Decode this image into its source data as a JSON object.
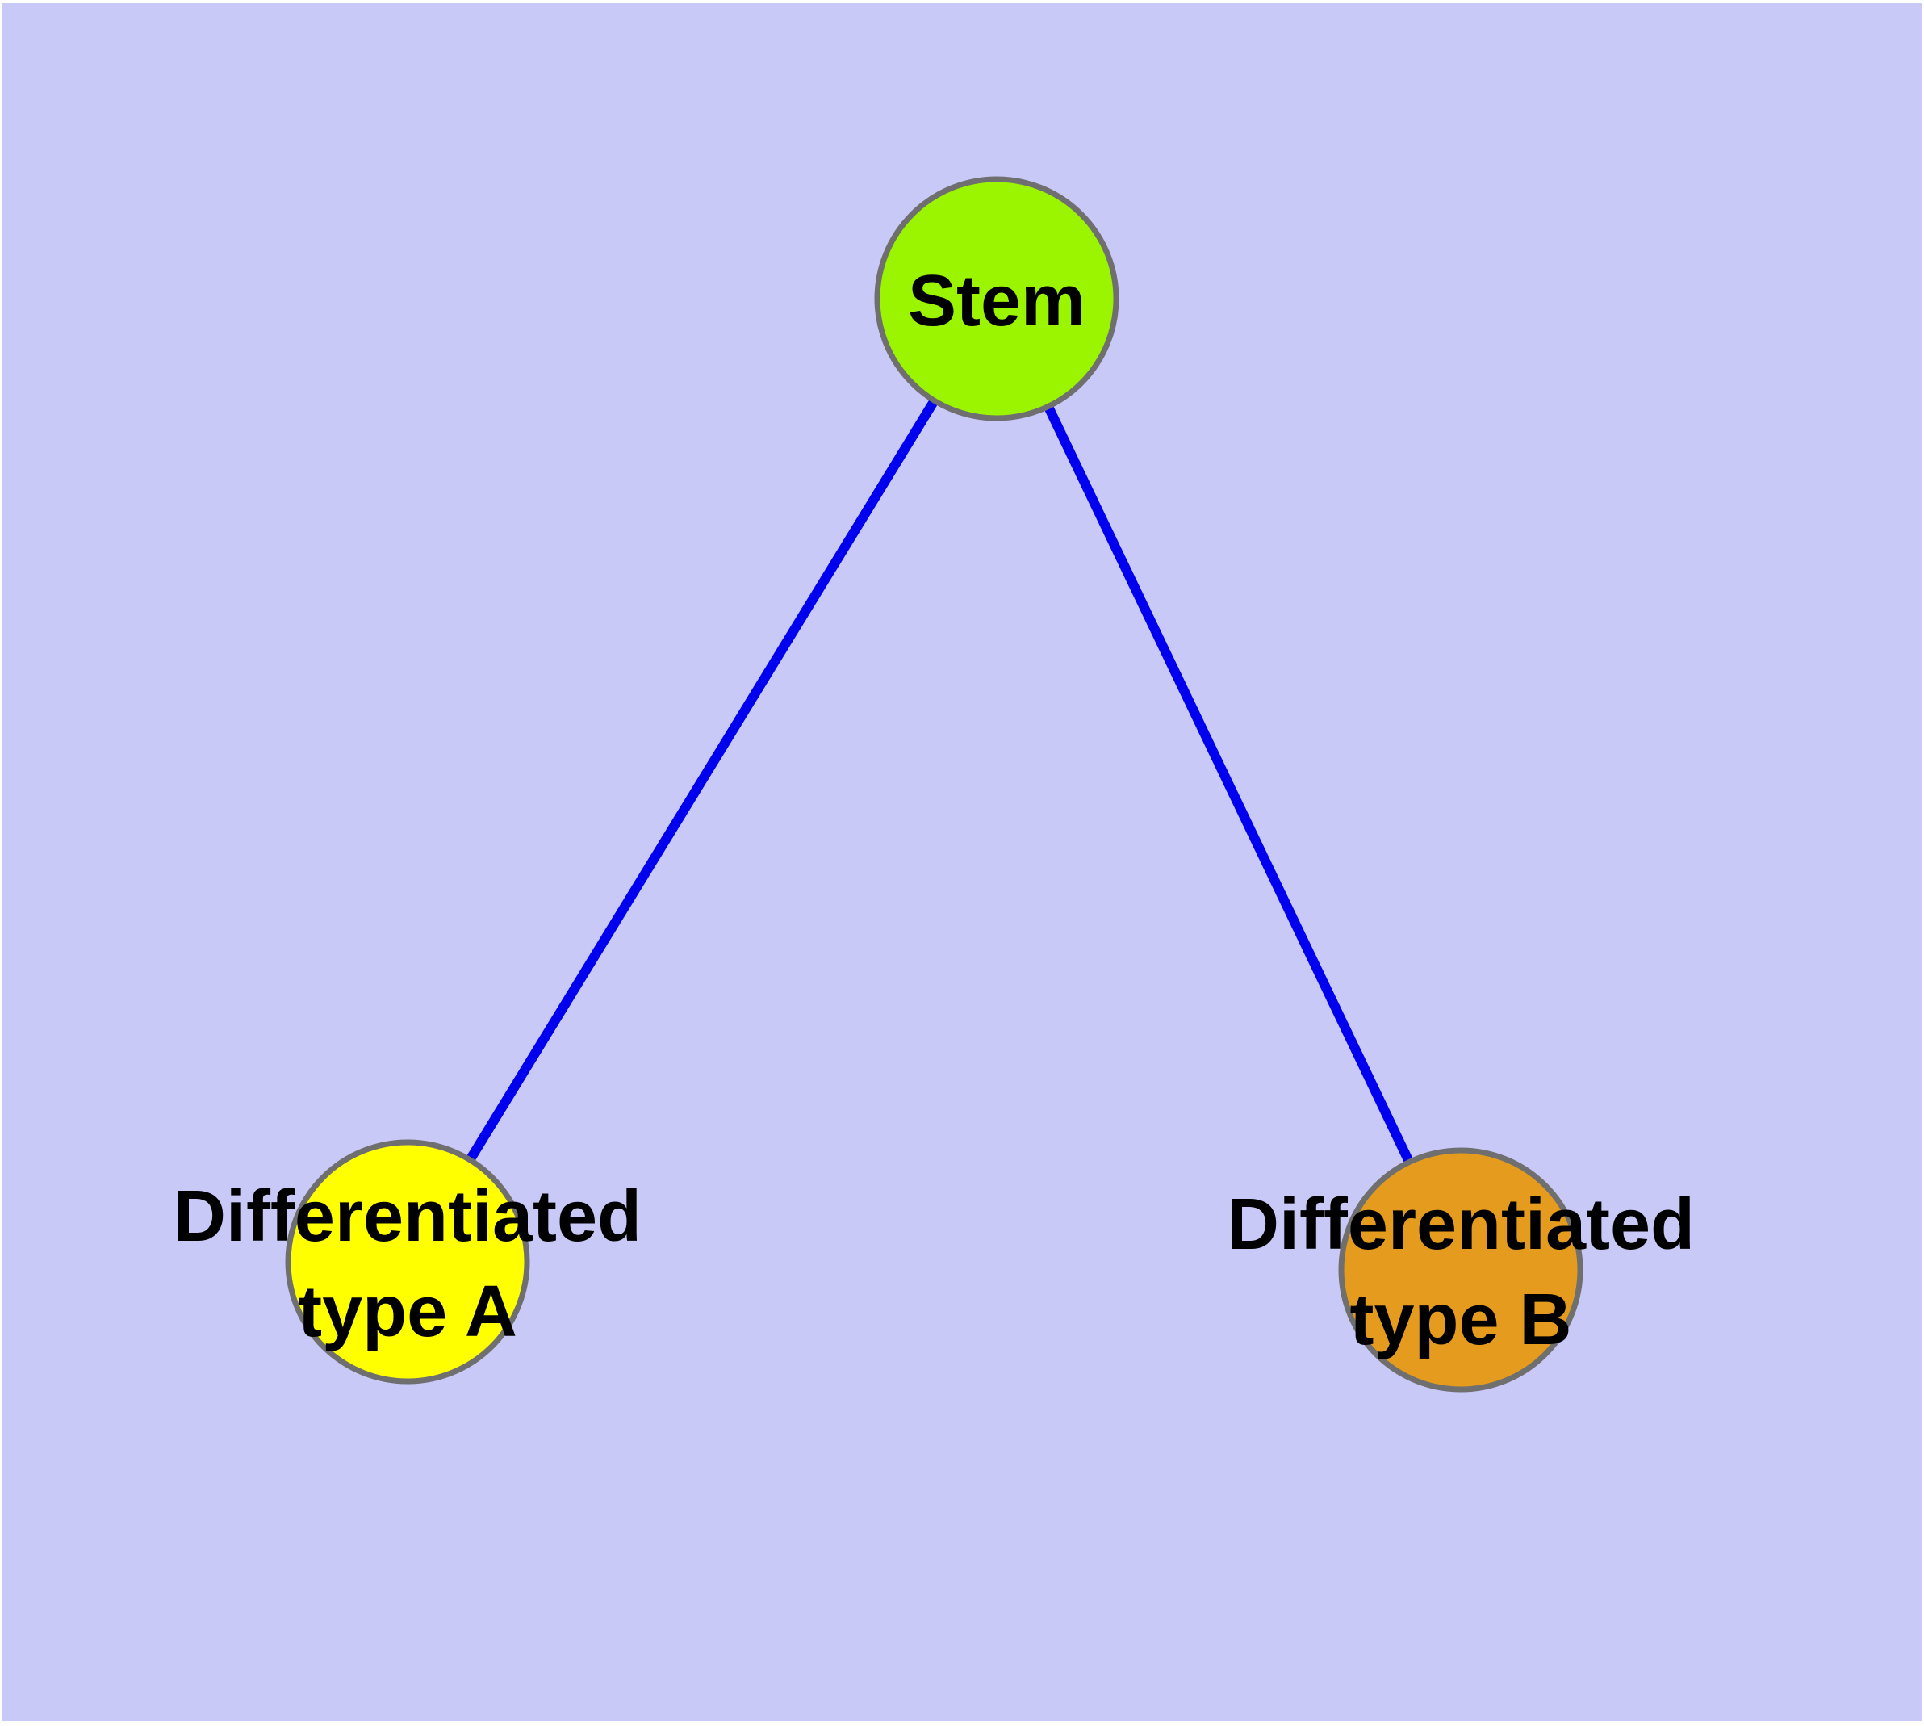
{
  "diagram": {
    "type": "node-link-graph",
    "background_color": "#C9C9F8",
    "frame_color": "#FFFFFF",
    "edge_color": "#0000EE",
    "node_border_color": "#6F6F6F",
    "label_color": "#000000",
    "nodes": [
      {
        "id": "stem",
        "label": "Stem",
        "color": "#9BF500"
      },
      {
        "id": "type-a",
        "label_line1": "Differentiated",
        "label_line2": "type A",
        "color": "#FFFF00"
      },
      {
        "id": "type-b",
        "label_line1": "Differentiated",
        "label_line2": "type B",
        "color": "#E49B1E"
      }
    ],
    "edges": [
      {
        "from": "stem",
        "to": "type-a"
      },
      {
        "from": "stem",
        "to": "type-b"
      }
    ]
  }
}
